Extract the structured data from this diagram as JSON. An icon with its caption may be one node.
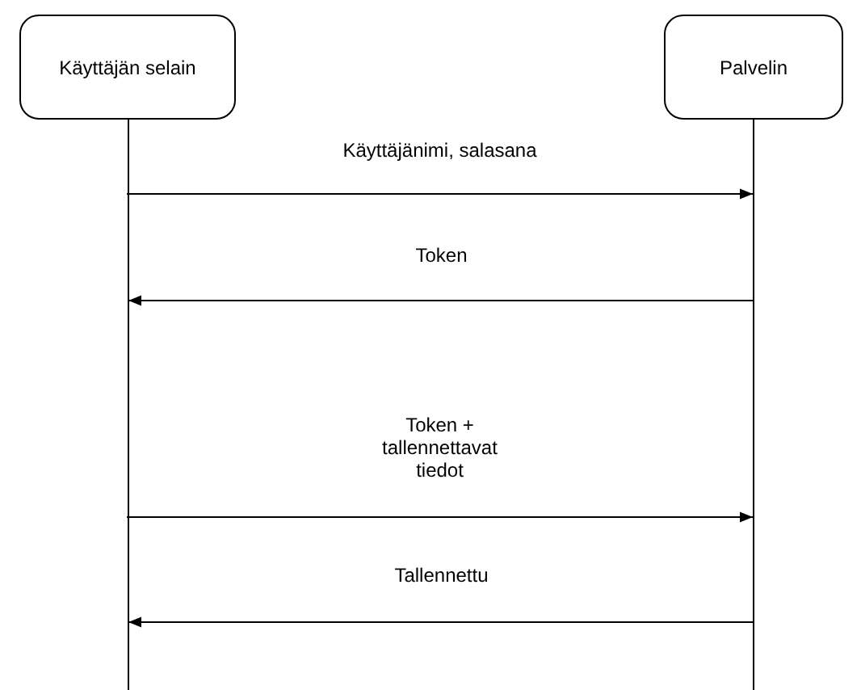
{
  "diagram": {
    "nodes": [
      {
        "text": [
          "Käyttäjän selain"
        ]
      },
      {
        "text": [
          "Palvelin"
        ]
      },
      {
        "text": [],
        "shape": "line"
      },
      {
        "text": [],
        "shape": "line"
      }
    ],
    "edges": [
      {
        "from": 2,
        "to": 3,
        "arrow": "to",
        "label": "Käyttäjänimi, salasana"
      },
      {
        "from": 3,
        "to": 2,
        "arrow": "to",
        "label": "Token"
      },
      {
        "from": 2,
        "to": 3,
        "arrow": "to",
        "label": "Token + tallennettavat tiedot"
      },
      {
        "from": 3,
        "to": 2,
        "arrow": "to",
        "label": "Tallennettu"
      }
    ]
  }
}
